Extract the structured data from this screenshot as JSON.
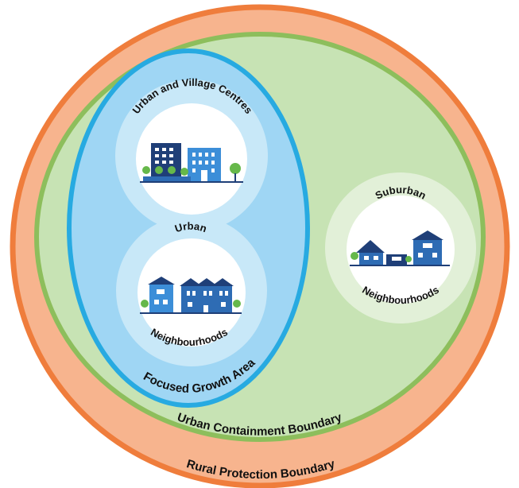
{
  "colors": {
    "rural_fill": "#f7b48e",
    "rural_stroke": "#ef7d3c",
    "urban_fill": "#c7e3b4",
    "urban_stroke": "#8dbe5c",
    "growth_fill": "#9fd6f4",
    "growth_stroke": "#27aae1",
    "centre_ring": "#c8e8f8",
    "centre_core": "#ffffff",
    "suburban_ring": "#e2f0d8",
    "icon_dark": "#1f3f78",
    "icon_mid": "#2e6cb4",
    "icon_light": "#3c8ed8",
    "tree_green": "#66b84a"
  },
  "labels": {
    "rural_boundary": "Rural Protection Boundary",
    "urban_boundary": "Urban Containment Boundary",
    "focused_growth": "Focused Growth Area",
    "centres": "Urban and Village Centres",
    "urban_top": "Urban",
    "urban_bottom": "Neighbourhoods",
    "suburban_top": "Suburban",
    "suburban_bottom": "Neighbourhoods"
  },
  "icons": {
    "centres": "apartment-buildings-icon",
    "urban": "townhouses-icon",
    "suburban": "detached-houses-icon"
  }
}
